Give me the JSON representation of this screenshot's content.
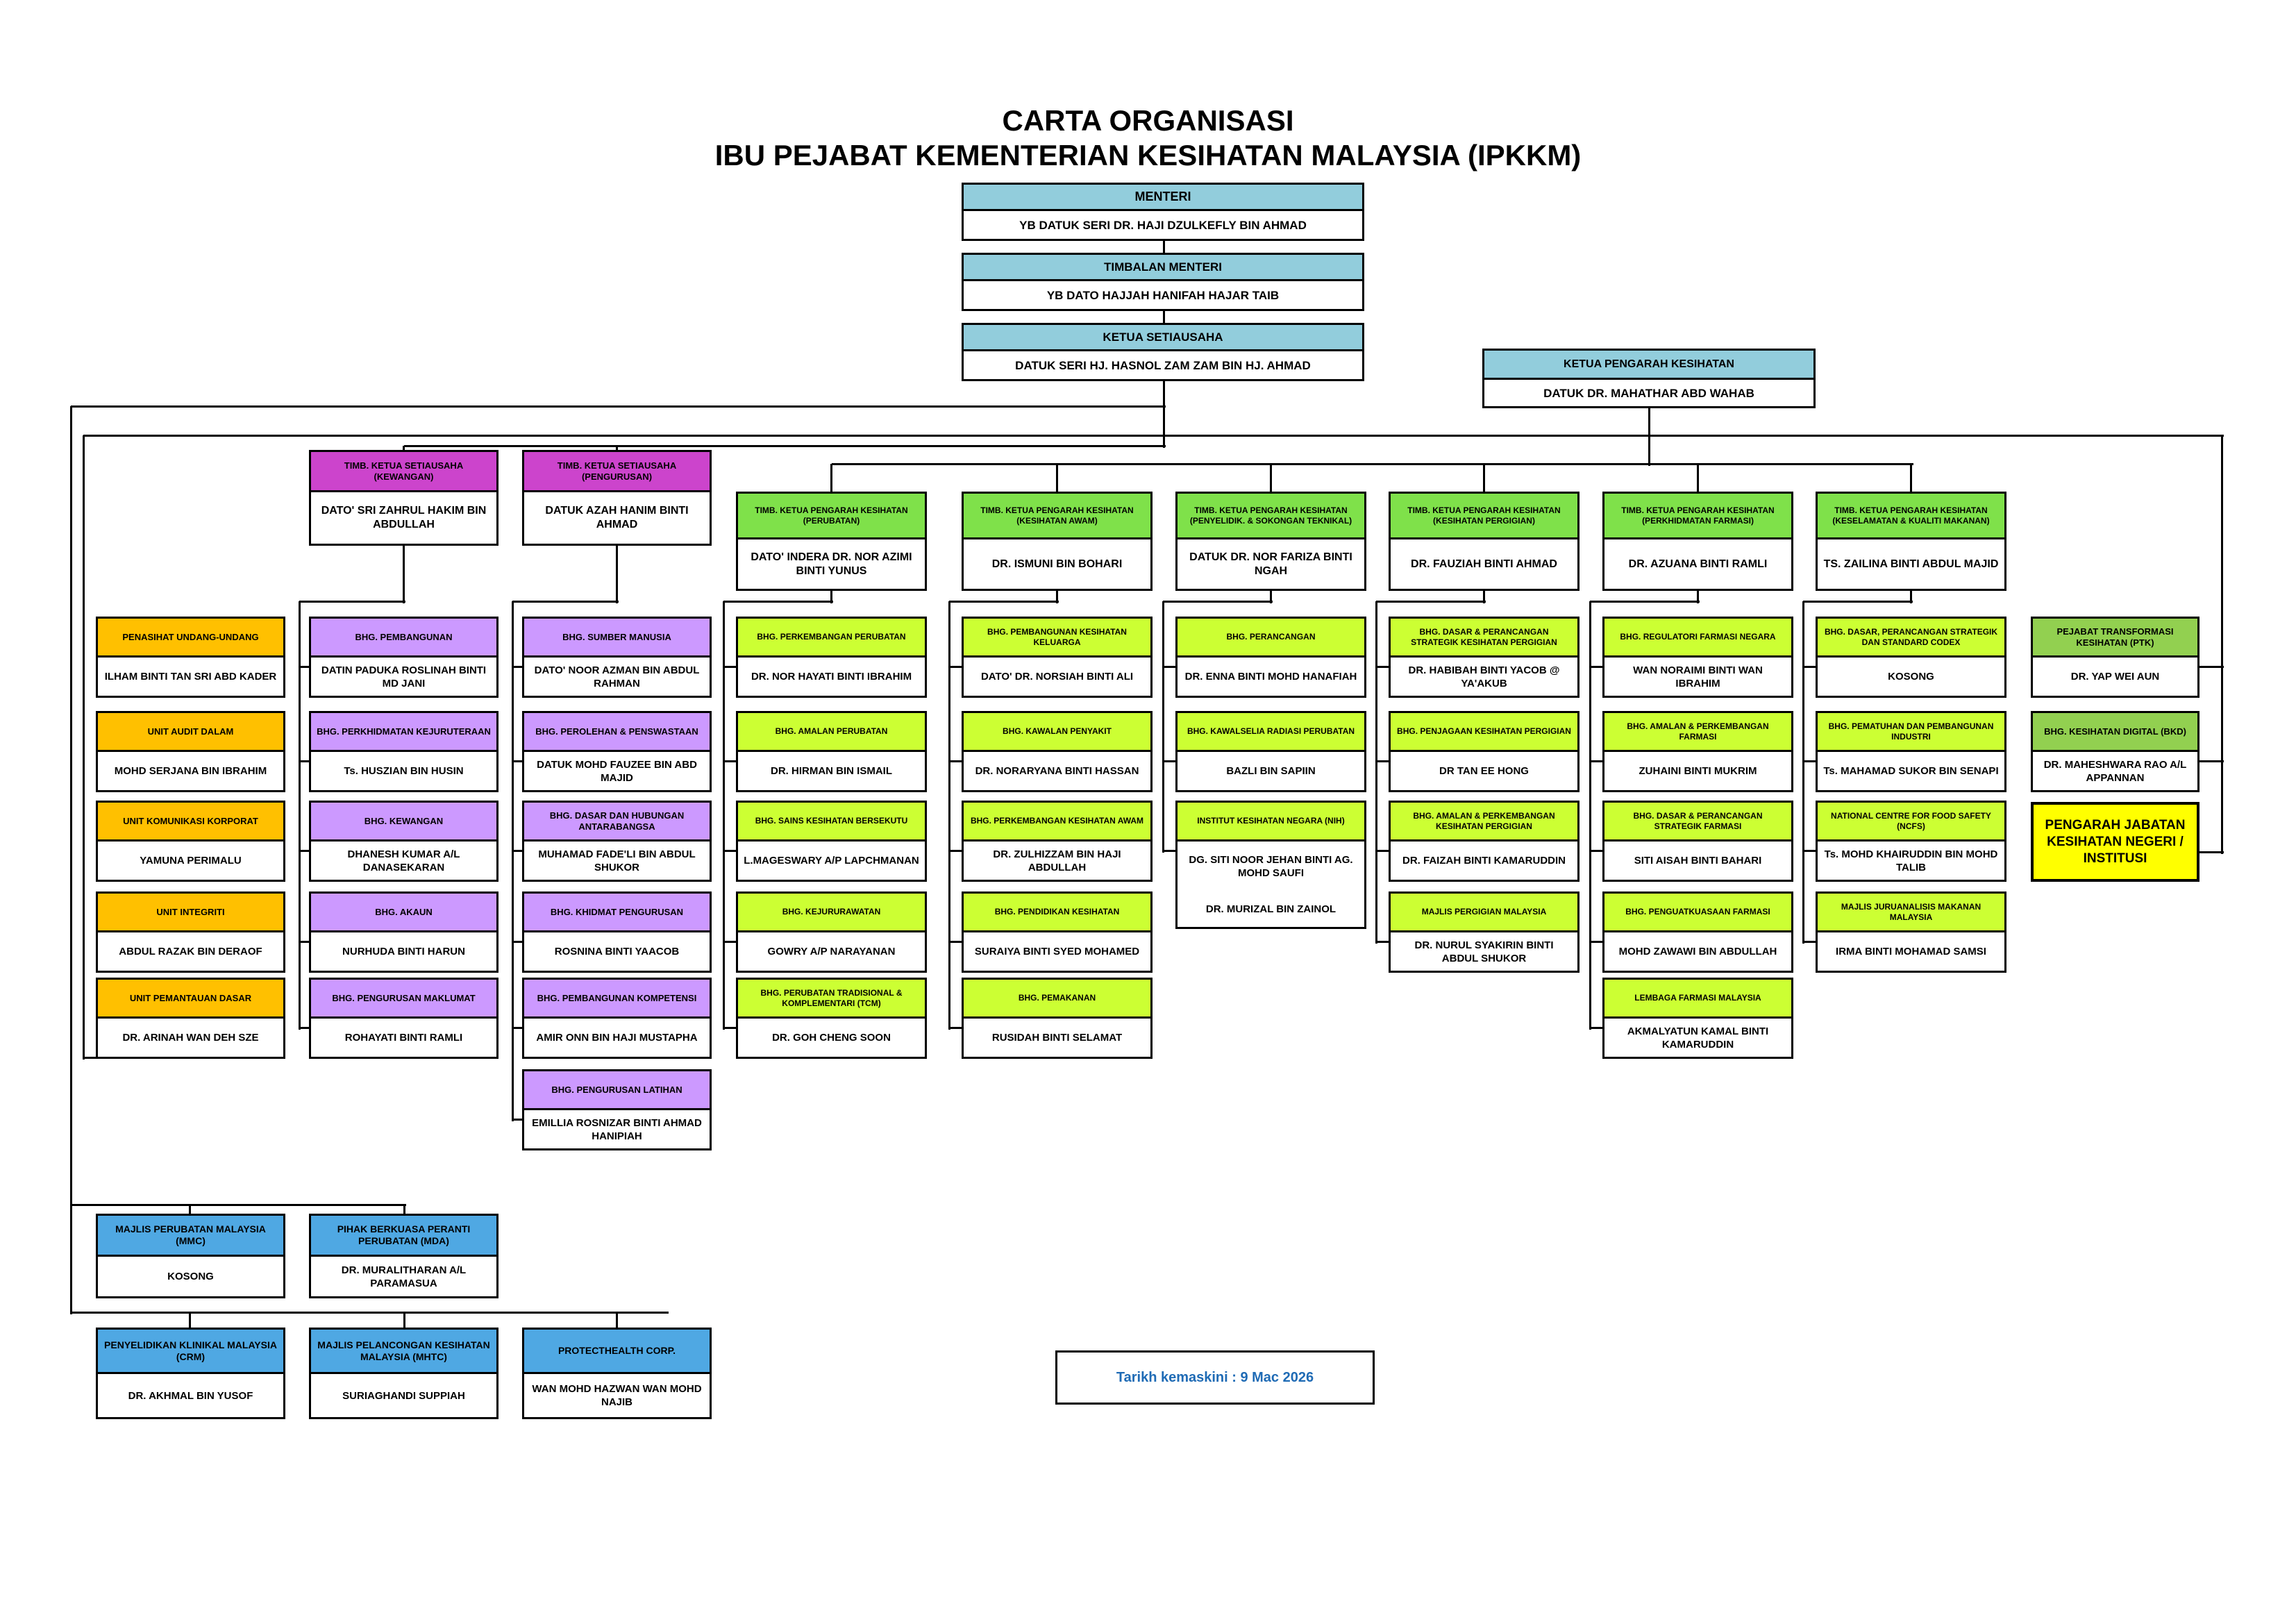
{
  "title_line1": "CARTA ORGANISASI",
  "title_line2": "IBU PEJABAT KEMENTERIAN KESIHATAN MALAYSIA (IPKKM)",
  "colors": {
    "blue_light": "#92cddc",
    "purple": "#cc44cc",
    "lavender": "#cc99ff",
    "orange": "#ffc000",
    "green": "#7fe14a",
    "lime": "#ccff33",
    "olive_green": "#92d050",
    "sky": "#4fa8e3",
    "yellow": "#ffff00",
    "date_text": "#1f6bb5"
  },
  "top": {
    "menteri": {
      "title": "MENTERI",
      "name": "YB DATUK SERI DR. HAJI DZULKEFLY BIN AHMAD"
    },
    "timbalan": {
      "title": "TIMBALAN MENTERI",
      "name": "YB DATO HAJJAH HANIFAH HAJAR TAIB"
    },
    "ketua_setiausaha": {
      "title": "KETUA SETIAUSAHA",
      "name": "DATUK SERI HJ. HASNOL ZAM ZAM BIN HJ. AHMAD"
    },
    "ketua_pengarah": {
      "title": "KETUA PENGARAH KESIHATAN",
      "name": "DATUK DR. MAHATHAR ABD WAHAB"
    }
  },
  "advisory": [
    {
      "title": "PENASIHAT UNDANG-UNDANG",
      "name": "ILHAM BINTI TAN SRI ABD KADER"
    },
    {
      "title": "UNIT AUDIT DALAM",
      "name": "MOHD SERJANA BIN IBRAHIM"
    },
    {
      "title": "UNIT KOMUNIKASI KORPORAT",
      "name": "YAMUNA PERIMALU"
    },
    {
      "title": "UNIT INTEGRITI",
      "name": "ABDUL RAZAK BIN DERAOF"
    },
    {
      "title": "UNIT PEMANTAUAN DASAR",
      "name": "DR. ARINAH WAN DEH SZE"
    }
  ],
  "ksu_deputies": [
    {
      "title": "TIMB. KETUA SETIAUSAHA (KEWANGAN)",
      "name": "DATO' SRI ZAHRUL HAKIM BIN ABDULLAH",
      "units": [
        {
          "title": "BHG. PEMBANGUNAN",
          "name": "DATIN PADUKA ROSLINAH BINTI MD JANI"
        },
        {
          "title": "BHG. PERKHIDMATAN KEJURUTERAAN",
          "name": "Ts. HUSZIAN BIN HUSIN"
        },
        {
          "title": "BHG. KEWANGAN",
          "name": "DHANESH KUMAR A/L DANASEKARAN"
        },
        {
          "title": "BHG. AKAUN",
          "name": "NURHUDA BINTI HARUN"
        },
        {
          "title": "BHG. PENGURUSAN MAKLUMAT",
          "name": "ROHAYATI BINTI RAMLI"
        }
      ]
    },
    {
      "title": "TIMB. KETUA SETIAUSAHA (PENGURUSAN)",
      "name": "DATUK AZAH HANIM BINTI AHMAD",
      "units": [
        {
          "title": "BHG. SUMBER MANUSIA",
          "name": "DATO' NOOR AZMAN BIN ABDUL RAHMAN"
        },
        {
          "title": "BHG. PEROLEHAN & PENSWASTAAN",
          "name": "DATUK MOHD FAUZEE BIN ABD MAJID"
        },
        {
          "title": "BHG. DASAR DAN HUBUNGAN ANTARABANGSA",
          "name": "MUHAMAD FADE'LI BIN ABDUL SHUKOR"
        },
        {
          "title": "BHG. KHIDMAT PENGURUSAN",
          "name": "ROSNINA BINTI YAACOB"
        },
        {
          "title": "BHG. PEMBANGUNAN KOMPETENSI",
          "name": "AMIR ONN BIN HAJI MUSTAPHA"
        },
        {
          "title": "BHG. PENGURUSAN LATIHAN",
          "name": "EMILLIA ROSNIZAR BINTI AHMAD HANIPIAH"
        }
      ]
    }
  ],
  "kpk_deputies": [
    {
      "title": "TIMB. KETUA PENGARAH KESIHATAN (PERUBATAN)",
      "name": "DATO' INDERA DR. NOR AZIMI BINTI YUNUS",
      "units": [
        {
          "title": "BHG. PERKEMBANGAN PERUBATAN",
          "name": "DR. NOR HAYATI BINTI IBRAHIM"
        },
        {
          "title": "BHG. AMALAN PERUBATAN",
          "name": "DR. HIRMAN BIN ISMAIL"
        },
        {
          "title": "BHG. SAINS KESIHATAN BERSEKUTU",
          "name": "L.MAGESWARY A/P LAPCHMANAN"
        },
        {
          "title": "BHG. KEJURURAWATAN",
          "name": "GOWRY A/P NARAYANAN"
        },
        {
          "title": "BHG. PERUBATAN TRADISIONAL & KOMPLEMENTARI (TCM)",
          "name": "DR. GOH CHENG SOON"
        }
      ]
    },
    {
      "title": "TIMB. KETUA PENGARAH KESIHATAN (KESIHATAN AWAM)",
      "name": "DR. ISMUNI BIN BOHARI",
      "units": [
        {
          "title": "BHG. PEMBANGUNAN KESIHATAN KELUARGA",
          "name": "DATO' DR. NORSIAH BINTI ALI"
        },
        {
          "title": "BHG. KAWALAN PENYAKIT",
          "name": "DR. NORARYANA BINTI HASSAN"
        },
        {
          "title": "BHG. PERKEMBANGAN KESIHATAN AWAM",
          "name": "DR. ZULHIZZAM BIN HAJI ABDULLAH"
        },
        {
          "title": "BHG. PENDIDIKAN KESIHATAN",
          "name": "SURAIYA BINTI SYED MOHAMED"
        },
        {
          "title": "BHG. PEMAKANAN",
          "name": "RUSIDAH BINTI SELAMAT"
        }
      ]
    },
    {
      "title": "TIMB. KETUA PENGARAH KESIHATAN (PENYELIDIK. & SOKONGAN TEKNIKAL)",
      "name": "DATUK DR. NOR FARIZA BINTI NGAH",
      "units": [
        {
          "title": "BHG. PERANCANGAN",
          "name": "DR. ENNA BINTI MOHD HANAFIAH"
        },
        {
          "title": "BHG. KAWALSELIA RADIASI PERUBATAN",
          "name": "BAZLI BIN SAPIIN"
        },
        {
          "title": "INSTITUT KESIHATAN NEGARA (NIH)",
          "name": "DG. SITI NOOR JEHAN BINTI AG. MOHD SAUFI",
          "name2": "DR. MURIZAL BIN ZAINOL"
        }
      ]
    },
    {
      "title": "TIMB. KETUA PENGARAH KESIHATAN (KESIHATAN PERGIGIAN)",
      "name": "DR. FAUZIAH BINTI AHMAD",
      "units": [
        {
          "title": "BHG. DASAR & PERANCANGAN STRATEGIK KESIHATAN PERGIGIAN",
          "name": "DR. HABIBAH BINTI YACOB @ YA'AKUB"
        },
        {
          "title": "BHG. PENJAGAAN KESIHATAN PERGIGIAN",
          "name": "DR TAN EE HONG"
        },
        {
          "title": "BHG. AMALAN & PERKEMBANGAN KESIHATAN PERGIGIAN",
          "name": "DR. FAIZAH BINTI KAMARUDDIN"
        },
        {
          "title": "MAJLIS PERGIGIAN MALAYSIA",
          "name": "DR. NURUL SYAKIRIN BINTI ABDUL SHUKOR"
        }
      ]
    },
    {
      "title": "TIMB. KETUA PENGARAH KESIHATAN (PERKHIDMATAN FARMASI)",
      "name": "DR. AZUANA BINTI RAMLI",
      "units": [
        {
          "title": "BHG. REGULATORI FARMASI NEGARA",
          "name": "WAN NORAIMI BINTI WAN IBRAHIM"
        },
        {
          "title": "BHG. AMALAN & PERKEMBANGAN FARMASI",
          "name": "ZUHAINI BINTI MUKRIM"
        },
        {
          "title": "BHG. DASAR & PERANCANGAN STRATEGIK FARMASI",
          "name": "SITI AISAH BINTI BAHARI"
        },
        {
          "title": "BHG. PENGUATKUASAAN FARMASI",
          "name": "MOHD ZAWAWI BIN ABDULLAH"
        },
        {
          "title": "LEMBAGA FARMASI MALAYSIA",
          "name": "AKMALYATUN KAMAL BINTI KAMARUDDIN"
        }
      ]
    },
    {
      "title": "TIMB. KETUA PENGARAH KESIHATAN (KESELAMATAN & KUALITI MAKANAN)",
      "name": "TS. ZAILINA BINTI ABDUL MAJID",
      "units": [
        {
          "title": "BHG. DASAR, PERANCANGAN STRATEGIK DAN STANDARD CODEX",
          "name": "KOSONG"
        },
        {
          "title": "BHG. PEMATUHAN DAN PEMBANGUNAN INDUSTRI",
          "name": "Ts. MAHAMAD SUKOR BIN SENAPI"
        },
        {
          "title": "NATIONAL CENTRE FOR FOOD SAFETY (NCFS)",
          "name": "Ts. MOHD KHAIRUDDIN BIN MOHD TALIB"
        },
        {
          "title": "MAJLIS JURUANALISIS MAKANAN MALAYSIA",
          "name": "IRMA BINTI MOHAMAD SAMSI"
        }
      ]
    }
  ],
  "kpk_direct": [
    {
      "title": "PEJABAT TRANSFORMASI KESIHATAN (PTK)",
      "name": "DR. YAP WEI AUN"
    },
    {
      "title": "BHG. KESIHATAN DIGITAL (BKD)",
      "name": "DR. MAHESHWARA RAO A/L APPANNAN"
    }
  ],
  "state_directors": "PENGARAH JABATAN KESIHATAN NEGERI / INSTITUSI",
  "bodies_row1": [
    {
      "title": "MAJLIS PERUBATAN MALAYSIA (MMC)",
      "name": "KOSONG"
    },
    {
      "title": "PIHAK BERKUASA PERANTI PERUBATAN (MDA)",
      "name": "DR. MURALITHARAN A/L PARAMASUA"
    }
  ],
  "bodies_row2": [
    {
      "title": "PENYELIDIKAN KLINIKAL MALAYSIA (CRM)",
      "name": "DR. AKHMAL BIN YUSOF"
    },
    {
      "title": "MAJLIS PELANCONGAN KESIHATAN MALAYSIA (MHTC)",
      "name": "SURIAGHANDI SUPPIAH"
    },
    {
      "title": "PROTECTHEALTH CORP.",
      "name": "WAN MOHD HAZWAN WAN MOHD NAJIB"
    }
  ],
  "updated": "Tarikh kemaskini : 9 Mac 2026"
}
